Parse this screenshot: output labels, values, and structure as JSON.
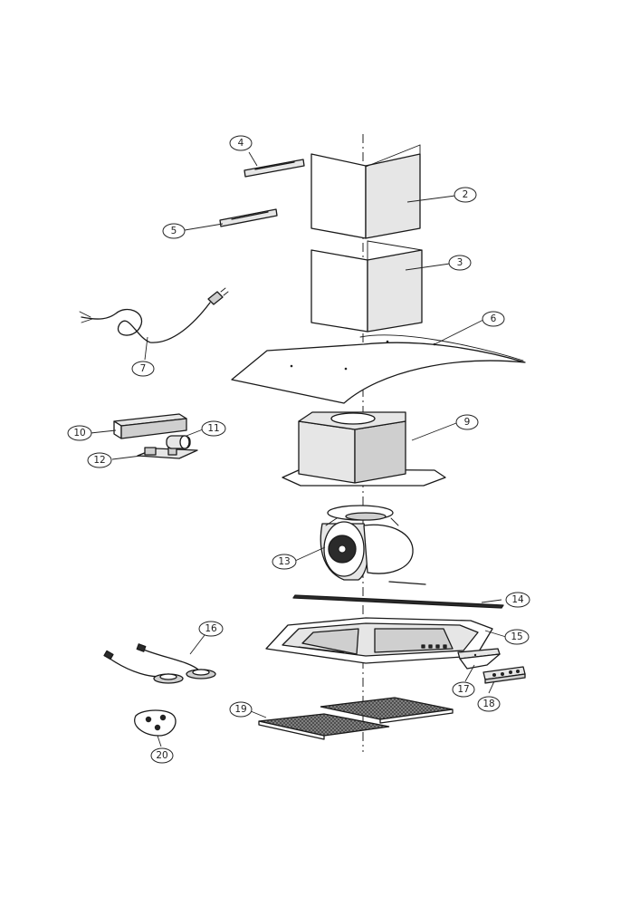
{
  "callouts": [
    {
      "key": "p2",
      "label": "2"
    },
    {
      "key": "p3",
      "label": "3"
    },
    {
      "key": "p4",
      "label": "4"
    },
    {
      "key": "p5",
      "label": "5"
    },
    {
      "key": "p6",
      "label": "6"
    },
    {
      "key": "p7",
      "label": "7"
    },
    {
      "key": "p9",
      "label": "9"
    },
    {
      "key": "p10",
      "label": "10"
    },
    {
      "key": "p11",
      "label": "11"
    },
    {
      "key": "p12",
      "label": "12"
    },
    {
      "key": "p13",
      "label": "13"
    },
    {
      "key": "p14",
      "label": "14"
    },
    {
      "key": "p15",
      "label": "15"
    },
    {
      "key": "p16",
      "label": "16"
    },
    {
      "key": "p17",
      "label": "17"
    },
    {
      "key": "p18",
      "label": "18"
    },
    {
      "key": "p19",
      "label": "19"
    },
    {
      "key": "p20",
      "label": "20"
    }
  ],
  "colors": {
    "line": "#1a1a1a",
    "background": "#ffffff"
  }
}
